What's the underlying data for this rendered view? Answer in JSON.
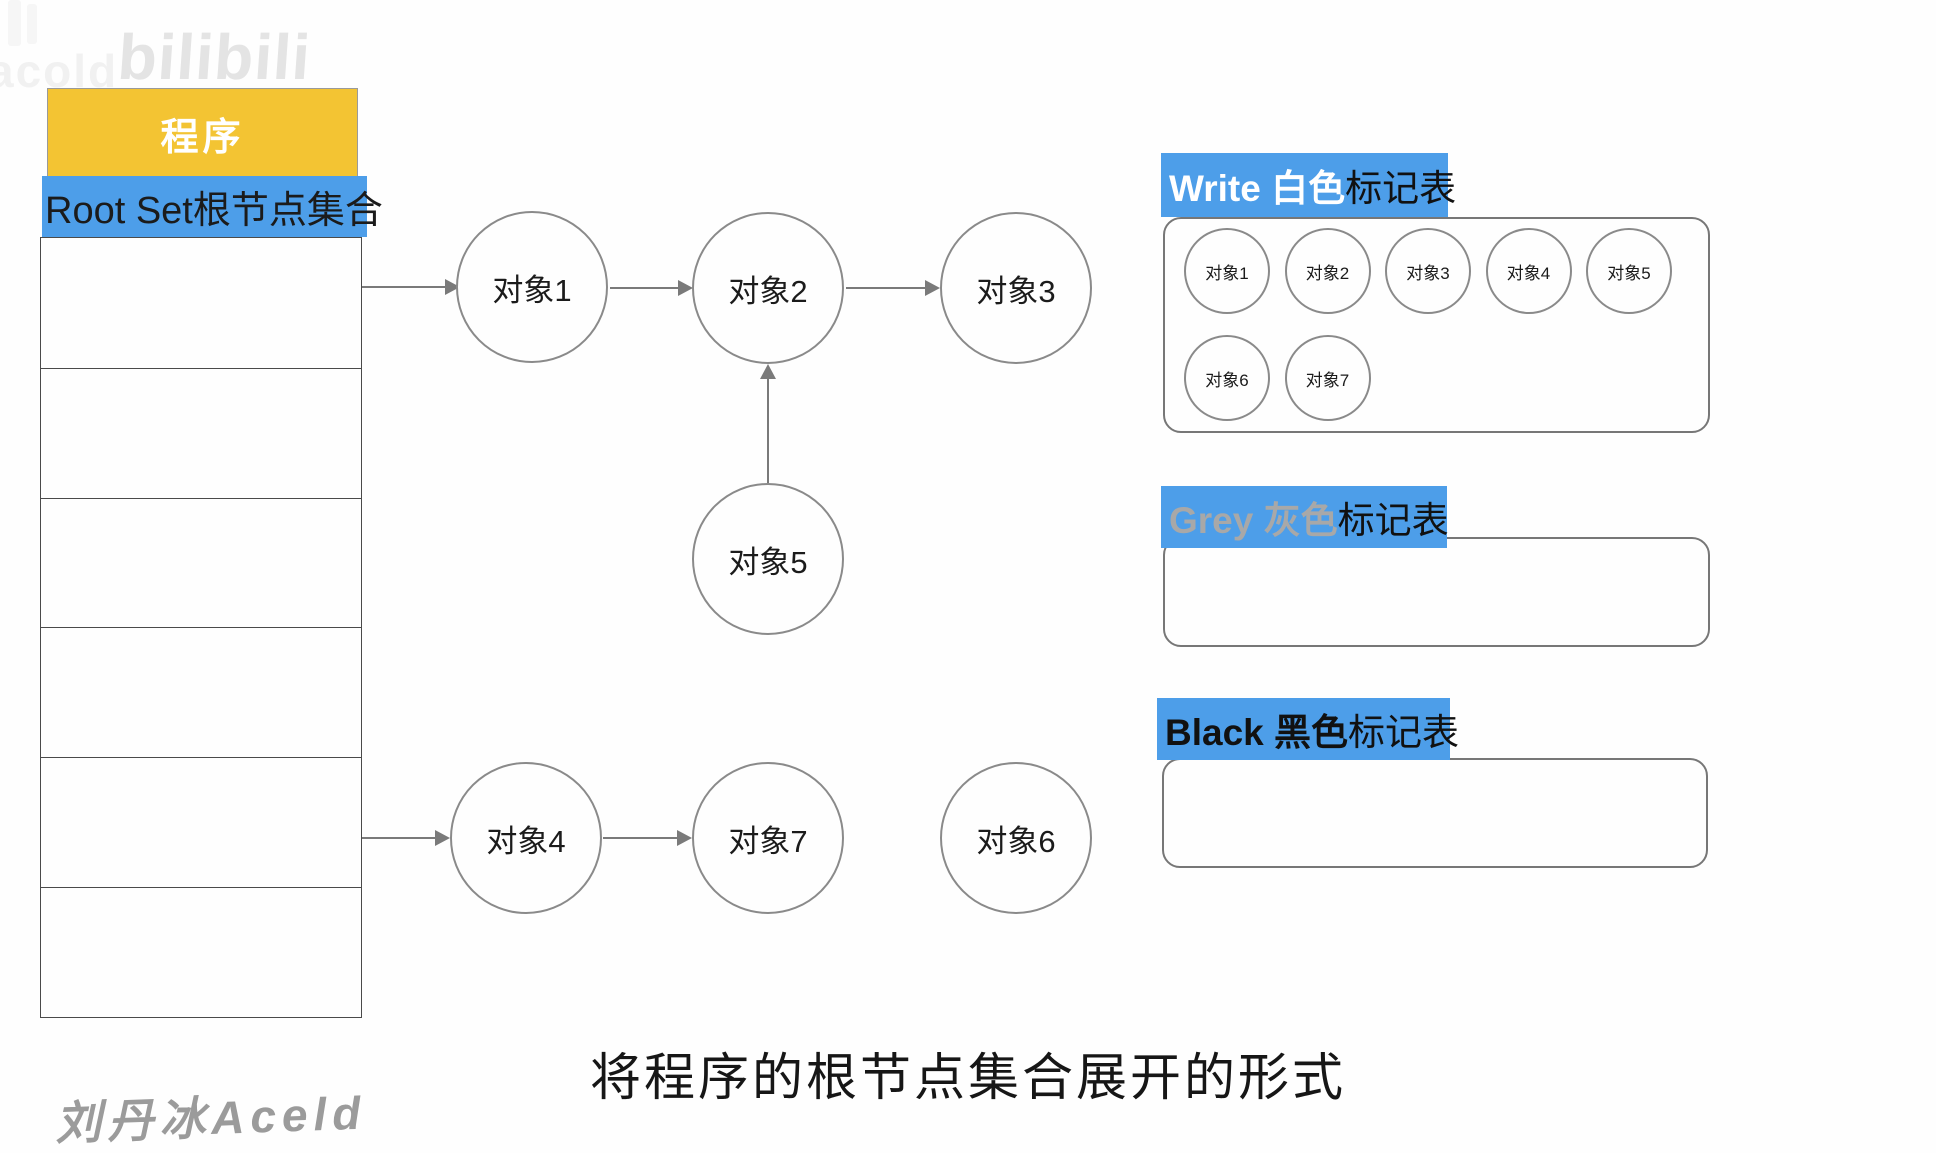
{
  "watermarks": {
    "top_left_partial": "acold",
    "bilibili_logo": "bilibili",
    "author_signature": "刘丹冰Aceld"
  },
  "program_table": {
    "header": "程序",
    "root_set_label": "Root Set根节点集合",
    "empty_row_count": 6
  },
  "graph": {
    "nodes": [
      {
        "id": "obj1",
        "label": "对象1"
      },
      {
        "id": "obj2",
        "label": "对象2"
      },
      {
        "id": "obj3",
        "label": "对象3"
      },
      {
        "id": "obj5",
        "label": "对象5"
      },
      {
        "id": "obj4",
        "label": "对象4"
      },
      {
        "id": "obj7",
        "label": "对象7"
      },
      {
        "id": "obj6",
        "label": "对象6"
      }
    ],
    "edges": [
      {
        "from": "root-set-row-1",
        "to": "obj1"
      },
      {
        "from": "obj1",
        "to": "obj2"
      },
      {
        "from": "obj2",
        "to": "obj3"
      },
      {
        "from": "obj5",
        "to": "obj2"
      },
      {
        "from": "root-set-row-5",
        "to": "obj4"
      },
      {
        "from": "obj4",
        "to": "obj7"
      }
    ]
  },
  "mark_tables": {
    "white": {
      "highlight": "Write 白色",
      "suffix": "标记表",
      "items": [
        "对象1",
        "对象2",
        "对象3",
        "对象4",
        "对象5",
        "对象6",
        "对象7"
      ]
    },
    "grey": {
      "highlight": "Grey 灰色",
      "suffix": "标记表",
      "items": []
    },
    "black": {
      "highlight": "Black 黑色",
      "suffix": "标记表",
      "items": []
    }
  },
  "caption": "将程序的根节点集合展开的形式",
  "colors": {
    "header_yellow": "#F3C433",
    "highlight_blue": "#4D9EE9",
    "grey_label_text": "#A8A8A8",
    "line_grey": "#7A7A7A"
  }
}
